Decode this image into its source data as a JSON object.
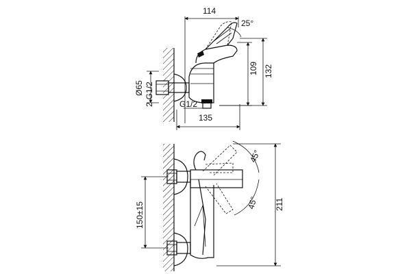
{
  "top_view": {
    "dim_width_top": "114",
    "dim_angle_top": "25°",
    "dim_height_109": "109",
    "dim_height_132": "132",
    "dim_diameter": "Ø65",
    "dim_thread_left": "2-G1/2",
    "dim_thread_outlet": "G1/2",
    "dim_width_bottom": "135"
  },
  "front_view": {
    "dim_angle_upper": "45°",
    "dim_angle_lower": "45°",
    "dim_spacing": "150±15",
    "dim_height_211": "211"
  }
}
